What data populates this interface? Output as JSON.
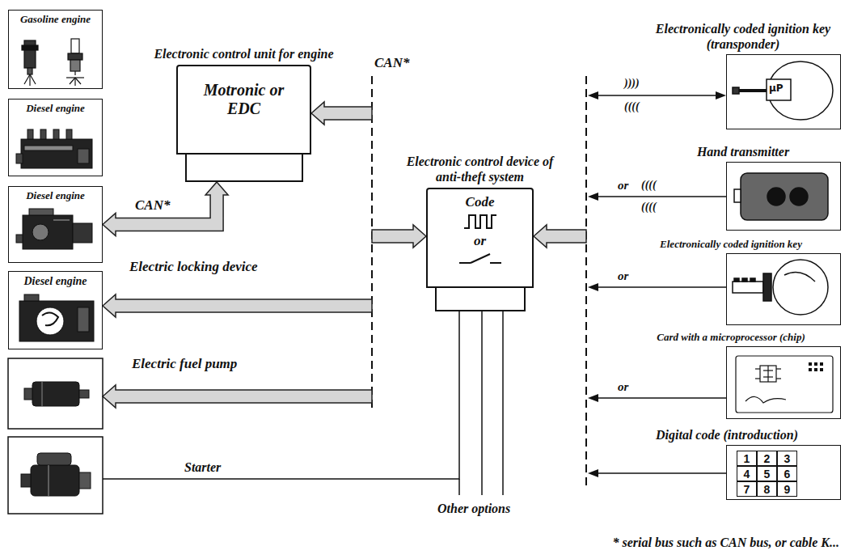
{
  "diagram": {
    "nodes": [
      {
        "text": [
          "Gasoline engine"
        ]
      },
      {
        "text": [
          "Electronic control unit for engine",
          "Motronic or EDC"
        ]
      },
      {
        "text": [
          "Diesel engine"
        ]
      },
      {
        "text": [
          "Diesel engine"
        ]
      },
      {
        "text": [
          "Diesel engine"
        ]
      },
      {
        "text": [
          "Electronic control device of anti-theft system",
          "Code",
          "or"
        ]
      },
      {
        "text": [
          "Electronically coded ignition key (transponder)"
        ]
      },
      {
        "text": [
          "Hand transmitter"
        ]
      },
      {
        "text": [
          "Electronically coded ignition key"
        ]
      },
      {
        "text": [
          "Card with a microprocessor (chip)"
        ]
      },
      {
        "text": [
          "Digital code (introduction)"
        ]
      },
      {
        "text": [
          "1"
        ],
        "in": 10
      },
      {
        "text": [
          "2"
        ],
        "in": 10
      },
      {
        "text": [
          "3"
        ],
        "in": 10
      },
      {
        "text": [
          "4"
        ],
        "in": 10
      },
      {
        "text": [
          "5"
        ],
        "in": 10
      },
      {
        "text": [
          "6"
        ],
        "in": 10
      },
      {
        "text": [
          "7"
        ],
        "in": 10
      },
      {
        "text": [
          "8"
        ],
        "in": 10
      },
      {
        "text": [
          "9"
        ],
        "in": 10
      }
    ],
    "edges": [
      {
        "from": 1,
        "to": 3,
        "label": "CAN*",
        "arrow": "both"
      }
    ],
    "labels": [
      "CAN*",
      "Electric locking device",
      "Electric fuel pump",
      "Starter",
      "Other options",
      "* serial bus such as CAN bus, or cable K...",
      "))))",
      "((((",
      "or",
      "((((",
      "((((",
      "or",
      "or",
      "µP"
    ]
  }
}
